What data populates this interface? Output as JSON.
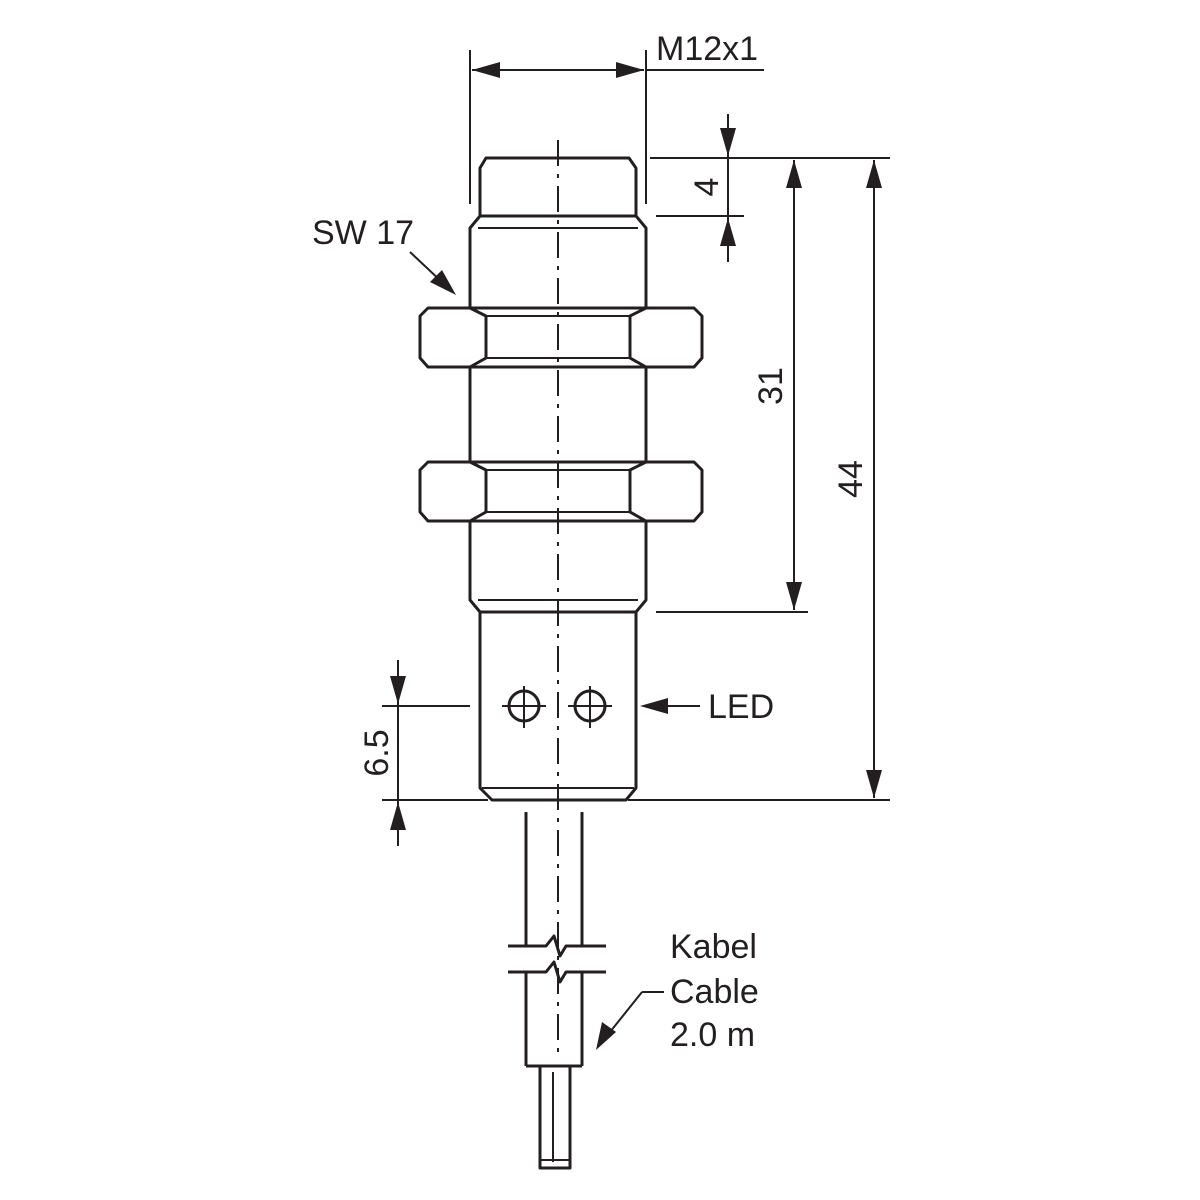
{
  "drawing": {
    "thread_label": "M12x1",
    "wrench_size_label": "SW 17",
    "led_label": "LED",
    "dim_thread_free": "4",
    "dim_thread_length": "31",
    "dim_total_length": "44",
    "dim_led_position": "6.5",
    "cable_label_de": "Kabel",
    "cable_label_en": "Cable",
    "cable_length": "2.0 m",
    "line_color": "#231f20"
  }
}
